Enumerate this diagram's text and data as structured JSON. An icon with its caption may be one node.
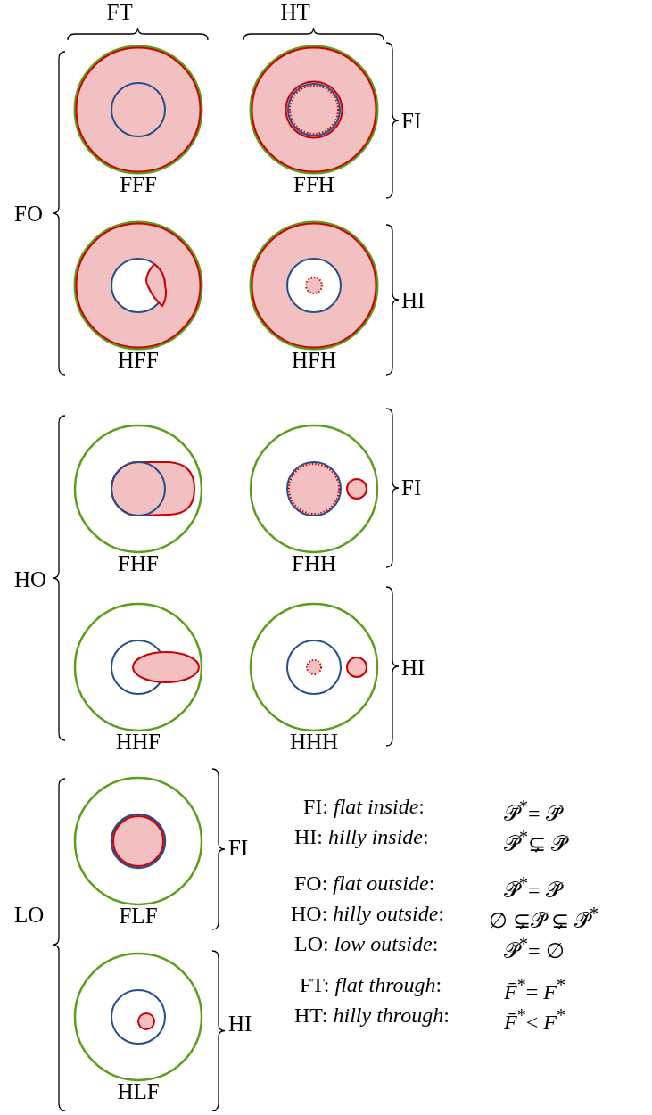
{
  "diagram": {
    "nodes": [
      {
        "text": [
          "FFF"
        ]
      },
      {
        "text": [
          "FFH"
        ]
      },
      {
        "text": [
          "HFF"
        ]
      },
      {
        "text": [
          "HFH"
        ]
      },
      {
        "text": [
          "FHF"
        ]
      },
      {
        "text": [
          "FHH"
        ]
      },
      {
        "text": [
          "HHF"
        ]
      },
      {
        "text": [
          "HHH"
        ]
      },
      {
        "text": [
          "FLF"
        ]
      },
      {
        "text": [
          "HLF"
        ]
      }
    ],
    "edges": [],
    "labels": [
      "FT",
      "HT",
      "FO",
      "FI",
      "HI",
      "HO",
      "FI",
      "HI",
      "LO",
      "FI",
      "HI",
      "FI: *flat inside*:",
      "𝒫̄$^{*}$= 𝒫̄",
      "HI: *hilly inside*:",
      "𝒫̄$^{*}$⊊ 𝒫̄",
      "FO: *flat outside*:",
      "𝒫̌$^{*}$= 𝒫̌",
      "HO: *hilly outside*:",
      "∅ ⊊𝒫̌ ⊊ 𝒫̌$^{*}$",
      "LO: *low outside*:",
      "𝒫̌$^{*}$= ∅",
      "FT: *flat through*:",
      "*F̄*$^{*}$= *F*$^{*}$",
      "HT: *hilly through*:",
      "*F̄*$^{*}$< *F*$^{*}$"
    ]
  }
}
